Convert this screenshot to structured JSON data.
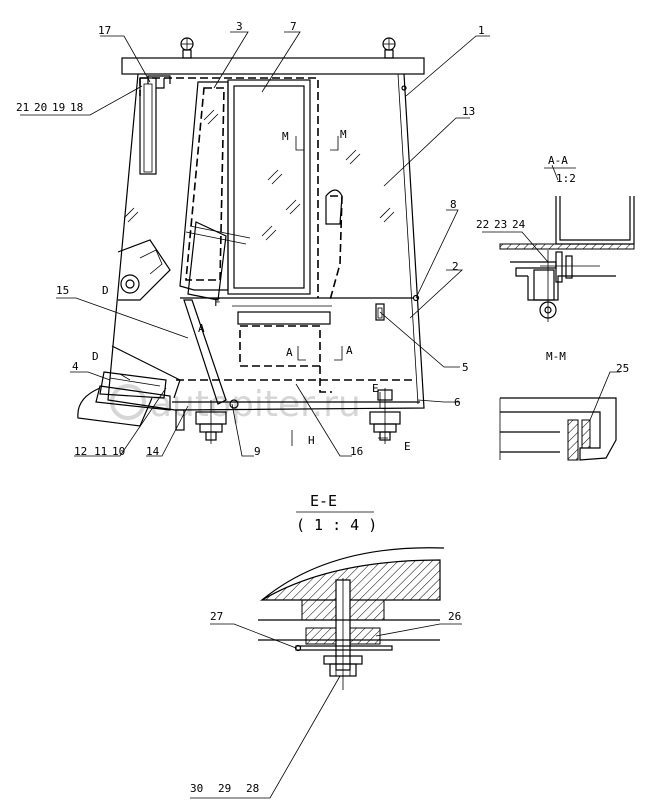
{
  "callouts": {
    "c1": "1",
    "c2": "2",
    "c3": "3",
    "c4": "4",
    "c5": "5",
    "c6": "6",
    "c7": "7",
    "c8": "8",
    "c9": "9",
    "c10": "10",
    "c11": "11",
    "c12": "12",
    "c13": "13",
    "c14": "14",
    "c15": "15",
    "c16": "16",
    "c17": "17",
    "c18": "18",
    "c19": "19",
    "c20": "20",
    "c21": "21",
    "c22": "22",
    "c23": "23",
    "c24": "24",
    "c25": "25",
    "c26": "26",
    "c27": "27",
    "c28": "28",
    "c29": "29",
    "c30": "30"
  },
  "section_marks": {
    "m": "M",
    "a": "A",
    "d": "D",
    "e": "E",
    "f": "F",
    "h": "H"
  },
  "views": {
    "aa_title": "A-A",
    "aa_scale": "1:2",
    "mm_title": "M-M",
    "ee_title": "E-E",
    "ee_scale": "( 1 : 4 )"
  },
  "watermark": "autopiter.ru"
}
